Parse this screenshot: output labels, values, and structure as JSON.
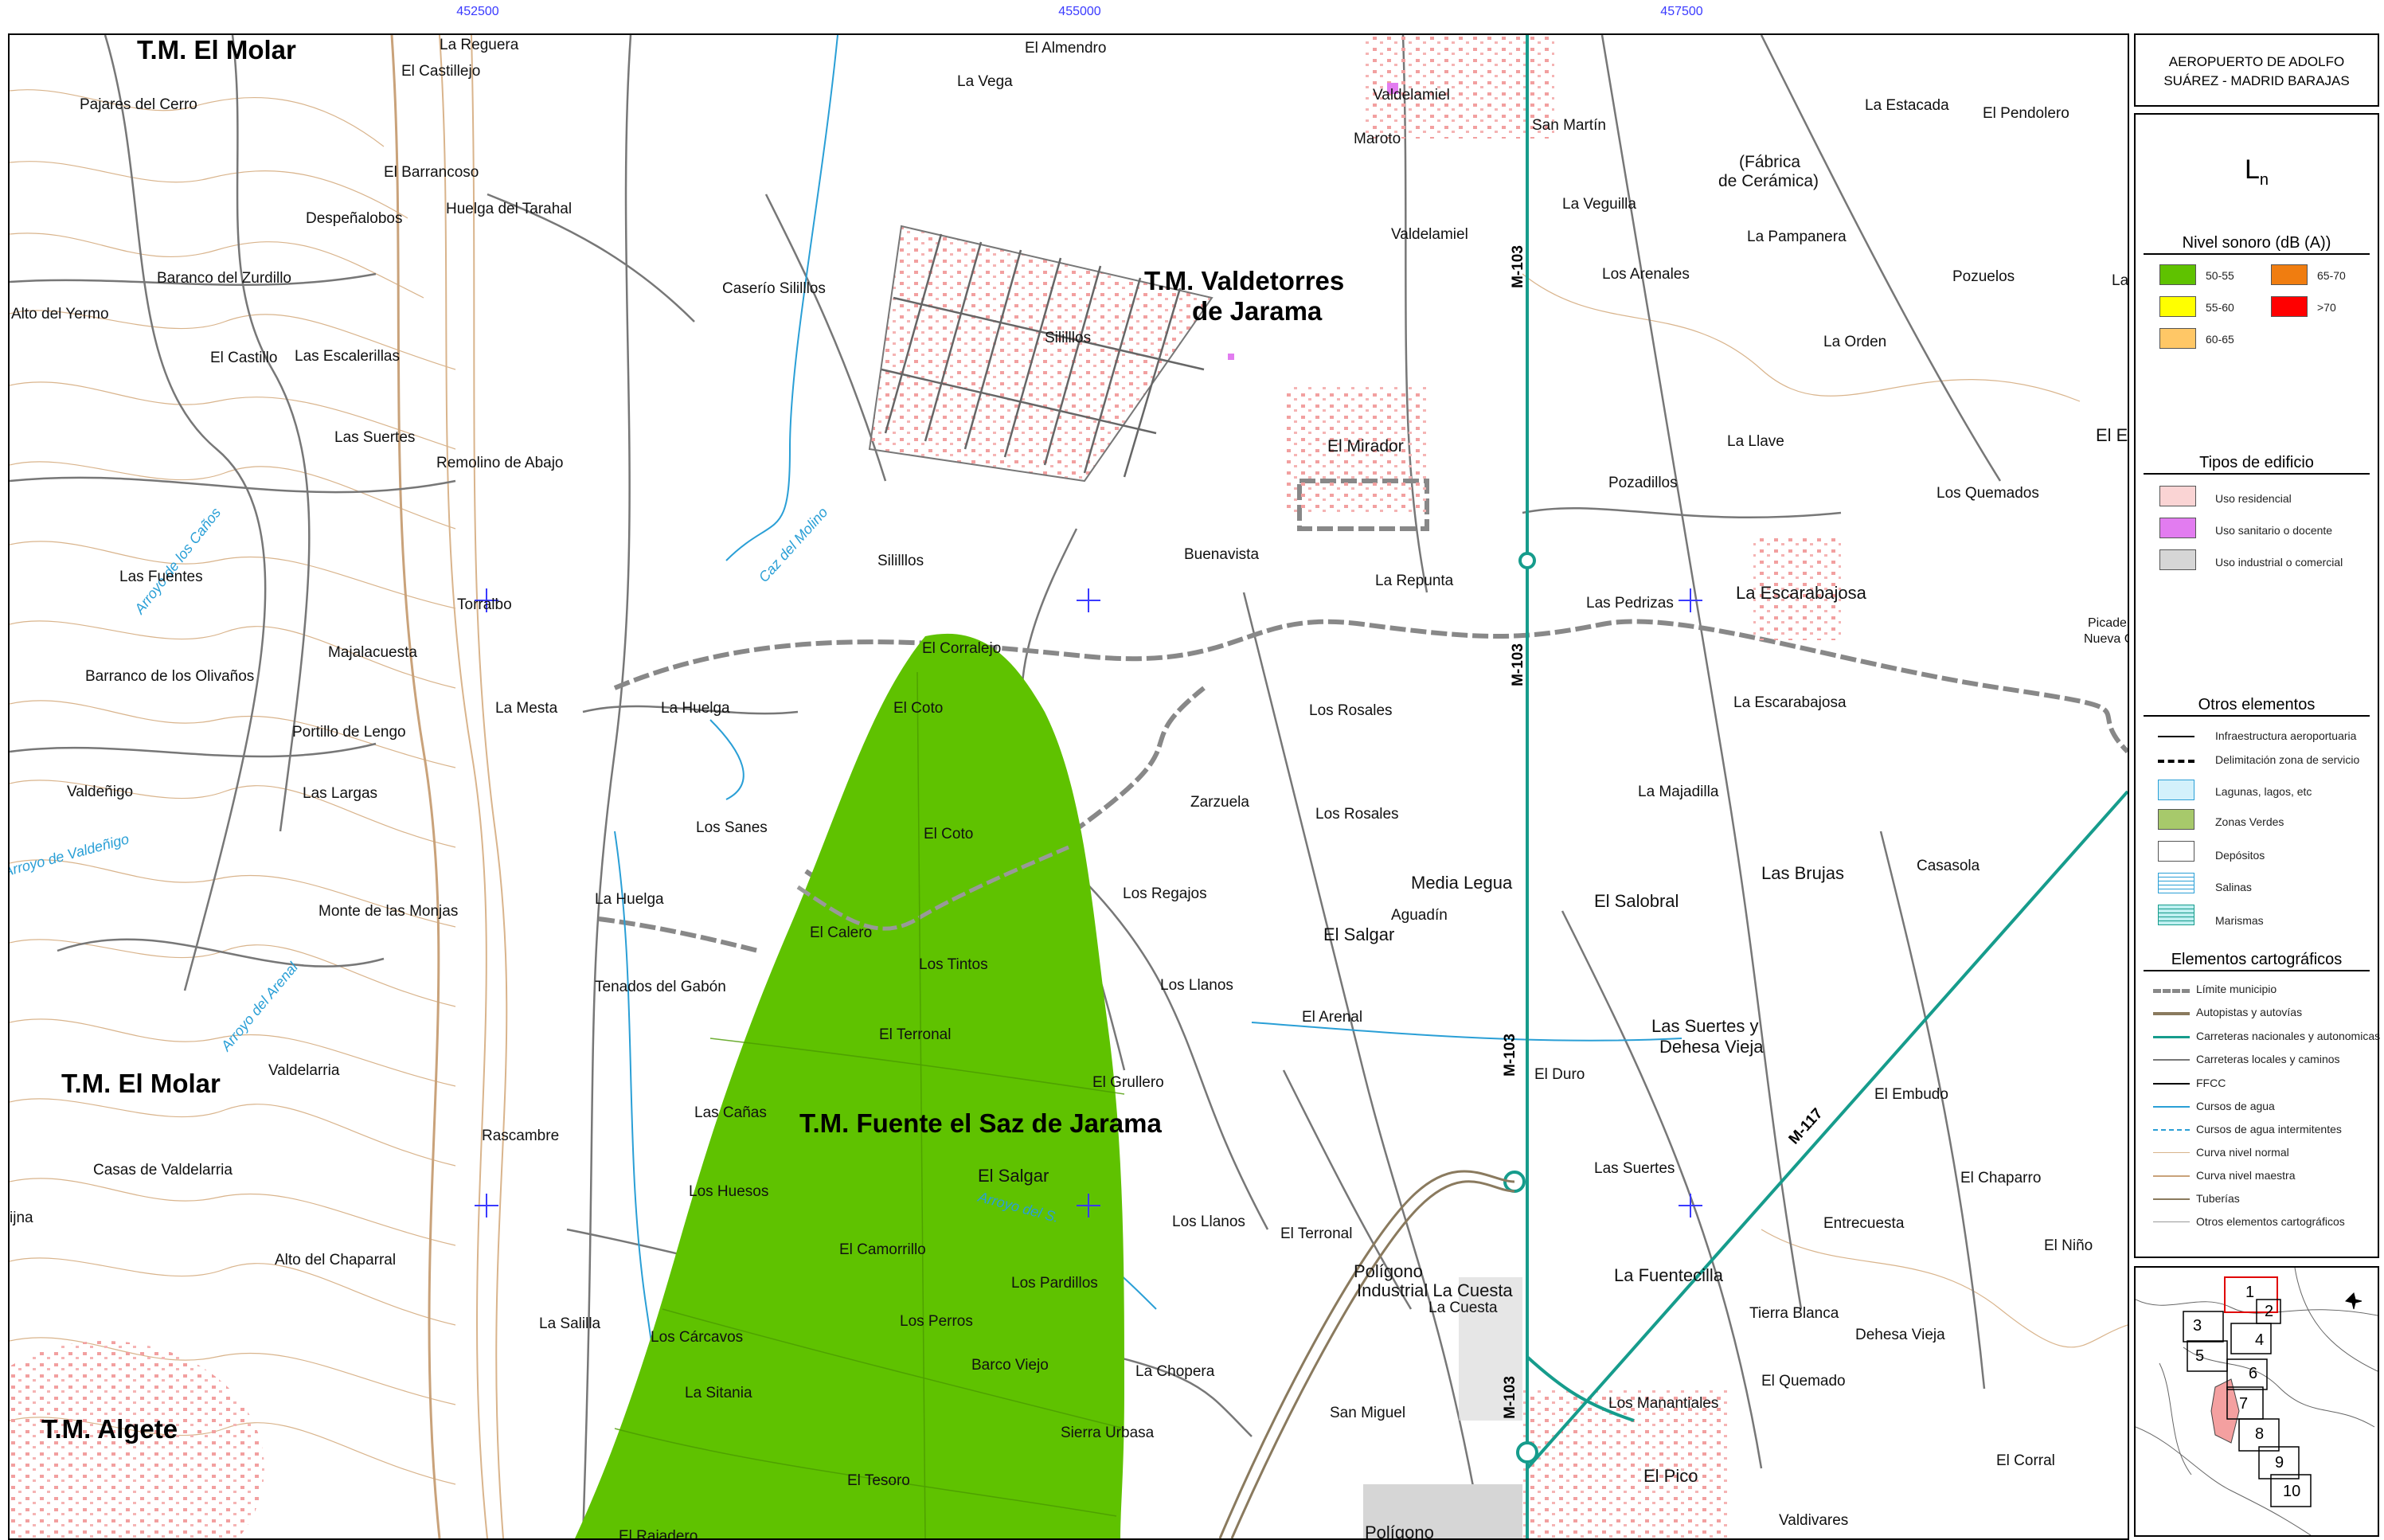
{
  "coords_top": [
    "452500",
    "455000",
    "457500"
  ],
  "map": {
    "municipalities": [
      "T.M. El Molar",
      "T.M. Valdetorres",
      "de Jarama",
      "T.M. El Molar",
      "T.M. Fuente el Saz de Jarama",
      "T.M. Algete"
    ],
    "roads": [
      "M-103",
      "M-103",
      "M-103",
      "M-103",
      "M-117"
    ],
    "water": [
      "Arroyo de los Caños",
      "Caz del Molino",
      "Arroyo de Valdeñigo",
      "Arroyo del Arenal",
      "Arroyo del S."
    ],
    "places": [
      "La Reguera",
      "El Almendro",
      "El Castillejo",
      "Pajares del Cerro",
      "La Vega",
      "Valdelamiel",
      "Maroto",
      "San Martín",
      "La Estacada",
      "El Pendolero",
      "(Fábrica",
      "de Cerámica)",
      "El Barrancoso",
      "Huelga del Tarahal",
      "Despeñalobos",
      "La Veguilla",
      "Valdelamiel",
      "La Pampanera",
      "Baranco del Zurdillo",
      "Caserío Sililllos",
      "Los Arenales",
      "Pozuelos",
      "Alto del Yermo",
      "Sililllos",
      "La Orden",
      "El Castillo",
      "Las Escalerillas",
      "Las Suertes",
      "Remolino de Abajo",
      "El Mirador",
      "La Llave",
      "Pozadillos",
      "Los Quemados",
      "Las Fuentes",
      "Sililllos",
      "Buenavista",
      "La Repunta",
      "Las Pedrizas",
      "La Escarabajosa",
      "Torralbo",
      "El Corralejo",
      "Majalacuesta",
      "Barranco de los Olivaños",
      "La Mesta",
      "La Huelga",
      "El Coto",
      "Los Rosales",
      "La Escarabajosa",
      "Portillo de Lengo",
      "Valdeñigo",
      "Las Largas",
      "Los Sanes",
      "El Coto",
      "Zarzuela",
      "Los Rosales",
      "La Majadilla",
      "La Huelga",
      "Media Legua",
      "Los Regajos",
      "Las Brujas",
      "Casasola",
      "Monte de las Monjas",
      "El Calero",
      "Aguadín",
      "El Salobral",
      "El Salgar",
      "Los Tintos",
      "Tenados del Gabón",
      "Los Llanos",
      "El Terronal",
      "El Arenal",
      "Las Suertes y",
      "Dehesa Vieja",
      "Valdelarria",
      "El Grullero",
      "El Duro",
      "El Embudo",
      "Las Cañas",
      "Rascambre",
      "Casas de Valdelarria",
      "El Salgar",
      "Las Suertes",
      "El Chaparro",
      "Los Huesos",
      "Los Llanos",
      "El Terronal",
      "Entrecuesta",
      "El Camorrillo",
      "Alto del Chaparral",
      "Polígono",
      "Industrial La Cuesta",
      "La Fuentecilla",
      "El Niño",
      "La Cuesta",
      "Los Pardillos",
      "Tierra Blanca",
      "La Salilla",
      "Los Perros",
      "Los Cárcavos",
      "Dehesa Vieja",
      "Barco Viejo",
      "La Chopera",
      "El Quemado",
      "La Sitania",
      "Los Manantiales",
      "San Miguel",
      "Sierra Urbasa",
      "El Pico",
      "El Corral",
      "El Tesoro",
      "El Rajadero",
      "Polígono",
      "Valdivares",
      "El E",
      "La",
      "Picade",
      "Nueva C",
      "ijna"
    ]
  },
  "legend": {
    "header": "AEROPUERTO DE ADOLFO SUÁREZ - MADRID BARAJAS",
    "metric": "L",
    "metric_sub": "n",
    "noise_title": "Nivel sonoro (dB (A))",
    "noise": [
      {
        "label": "50-55",
        "color": "#5fc200"
      },
      {
        "label": "65-70",
        "color": "#f07d10"
      },
      {
        "label": "55-60",
        "color": "#ffff00"
      },
      {
        "label": ">70",
        "color": "#ff0000"
      },
      {
        "label": "60-65",
        "color": "#ffc766"
      }
    ],
    "building_title": "Tipos de edificio",
    "buildings": [
      {
        "label": "Uso residencial",
        "color": "#fad4d4"
      },
      {
        "label": "Uso sanitario o docente",
        "color": "#e27cf0"
      },
      {
        "label": "Uso industrial o comercial",
        "color": "#d6d6d6"
      }
    ],
    "other_title": "Otros  elementos",
    "others": [
      "Infraestructura aeroportuaria",
      "Delimitación zona de servicio",
      "Lagunas, lagos, etc",
      "Zonas Verdes",
      "Depósitos",
      "Salinas",
      "Marismas"
    ],
    "carto_title": "Elementos cartográficos",
    "carto": [
      "Límite municipio",
      "Autopistas y autovías",
      "Carreteras nacionales y autonomicas",
      "Carreteras locales y caminos",
      "FFCC",
      "Cursos de agua",
      "Cursos de agua intermitentes",
      "Curva nivel normal",
      "Curva nivel maestra",
      "Tuberías",
      "Otros elementos cartográficos"
    ]
  },
  "locator": {
    "sheets": [
      "1",
      "2",
      "3",
      "4",
      "5",
      "6",
      "7",
      "8",
      "9",
      "10"
    ],
    "current": "1"
  },
  "noise_contour_level": "50-55",
  "colors": {
    "noise_green": "#5fc200",
    "road_teal": "#169c8c",
    "water": "#2a9fd6",
    "contour": "#c9a27a"
  }
}
